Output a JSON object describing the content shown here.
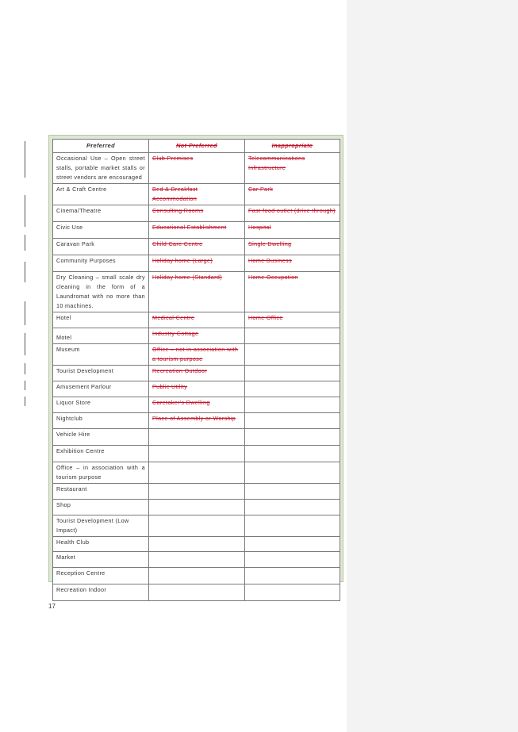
{
  "comment": {
    "label": "Formatted: Font: 9 pt"
  },
  "table": {
    "headers": {
      "preferred": "Preferred",
      "not_preferred": "Not Preferred",
      "inappropriate": "Inappropriate"
    },
    "rows": [
      {
        "preferred": "Occasional Use – Open street stalls, portable market stalls or street vendors are encouraged",
        "not_preferred": "Club Premises",
        "inappropriate": "Telecommunications Infrastructure"
      },
      {
        "preferred": "Art & Craft Centre",
        "not_preferred": "Bed & Breakfast Accommodation",
        "inappropriate": "Car Park"
      },
      {
        "preferred": "Cinema/Theatre",
        "not_preferred": "Consulting Rooms",
        "inappropriate": "Fast-food outlet (drive through)"
      },
      {
        "preferred": "Civic Use",
        "not_preferred": "Educational Establishment",
        "inappropriate": "Hospital"
      },
      {
        "preferred": "Caravan Park",
        "not_preferred": "Child Care Centre",
        "inappropriate": "Single Dwelling"
      },
      {
        "preferred": "Community Purposes",
        "not_preferred": "Holiday home (Large)",
        "inappropriate": "Home Business"
      },
      {
        "preferred": "Dry Cleaning – small scale dry cleaning in the form of a Laundromat with no more than 10 machines.",
        "not_preferred": "Holiday home (Standard)",
        "inappropriate": "Home Occupation"
      },
      {
        "preferred": "Hotel",
        "not_preferred": "Medical Centre",
        "inappropriate": "Home Office"
      },
      {
        "preferred": "Motel",
        "not_preferred": "Industry Cottage",
        "inappropriate": ""
      },
      {
        "preferred": "Museum",
        "not_preferred": "Office – not in association with a tourism purpose",
        "inappropriate": ""
      },
      {
        "preferred": "Tourist Development",
        "not_preferred": "Recreation Outdoor",
        "inappropriate": ""
      },
      {
        "preferred": "Amusement Parlour",
        "not_preferred": "Public Utility",
        "inappropriate": ""
      },
      {
        "preferred": "Liquor Store",
        "not_preferred": "Caretaker's Dwelling",
        "inappropriate": ""
      },
      {
        "preferred": "Nightclub",
        "not_preferred": "Place of Assembly or Worship",
        "inappropriate": ""
      },
      {
        "preferred": "Vehicle Hire",
        "not_preferred": "",
        "inappropriate": ""
      },
      {
        "preferred": "Exhibition Centre",
        "not_preferred": "",
        "inappropriate": ""
      },
      {
        "preferred": "Office – in association with a tourism purpose",
        "not_preferred": "",
        "inappropriate": ""
      },
      {
        "preferred": "Restaurant",
        "not_preferred": "",
        "inappropriate": ""
      },
      {
        "preferred": "Shop",
        "not_preferred": "",
        "inappropriate": ""
      },
      {
        "preferred": "Tourist Development (Low Impact)",
        "not_preferred": "",
        "inappropriate": ""
      },
      {
        "preferred": "Health Club",
        "not_preferred": "",
        "inappropriate": ""
      },
      {
        "preferred": "Market",
        "not_preferred": "",
        "inappropriate": ""
      },
      {
        "preferred": "Reception Centre",
        "not_preferred": "",
        "inappropriate": ""
      },
      {
        "preferred": "Recreation Indoor",
        "not_preferred": "",
        "inappropriate": ""
      }
    ]
  },
  "page_number": "17"
}
